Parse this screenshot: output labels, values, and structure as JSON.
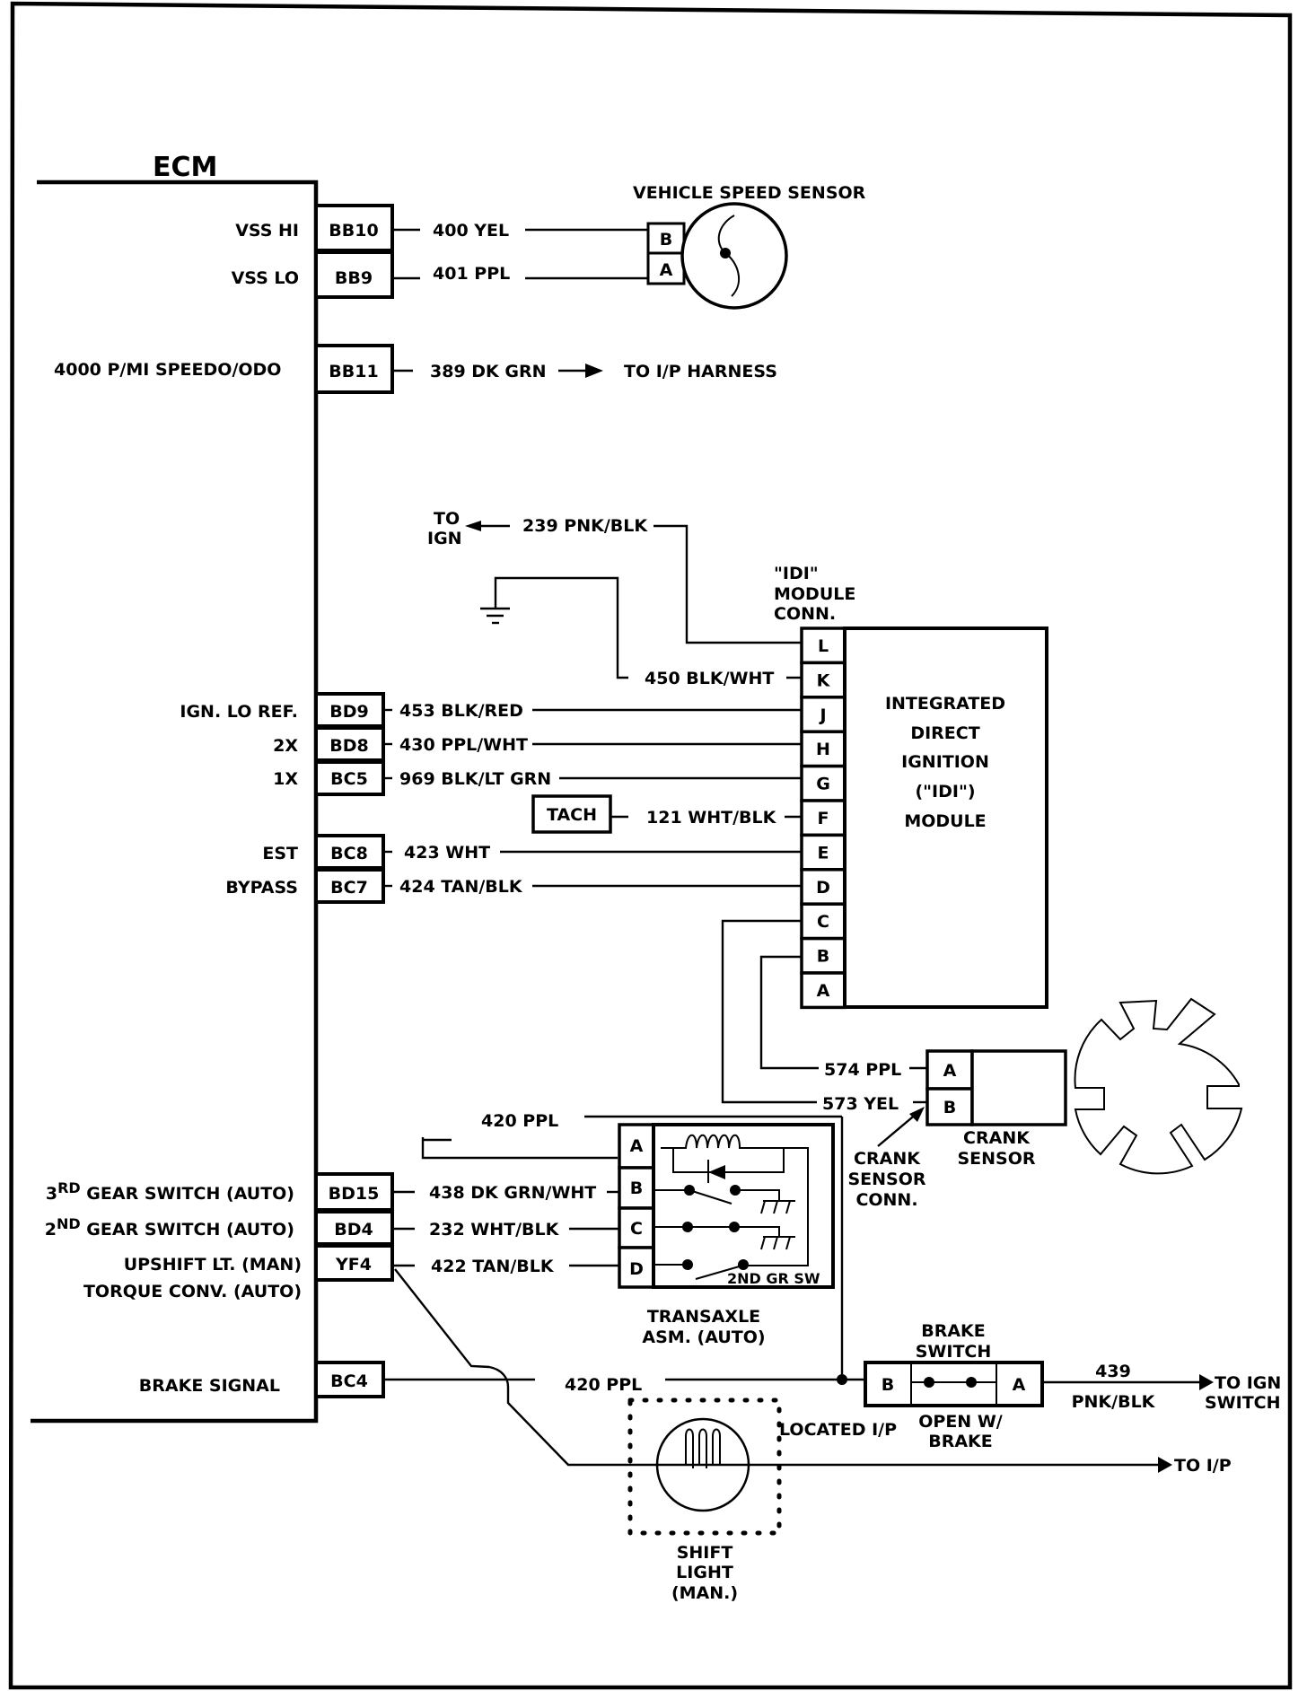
{
  "ecm": {
    "title": "ECM",
    "pins": [
      {
        "id": "BB10",
        "label": "VSS HI",
        "wire": "400  YEL"
      },
      {
        "id": "BB9",
        "label": "VSS LO",
        "wire": "401  PPL"
      },
      {
        "id": "BB11",
        "label": "4000 P/MI SPEEDO/ODO",
        "wire": "389 DK GRN"
      },
      {
        "id": "BD9",
        "label": "IGN. LO REF.",
        "wire": "453 BLK/RED"
      },
      {
        "id": "BD8",
        "label": "2X",
        "wire": "430 PPL/WHT"
      },
      {
        "id": "BC5",
        "label": "1X",
        "wire": "969 BLK/LT GRN"
      },
      {
        "id": "BC8",
        "label": "EST",
        "wire": "423 WHT"
      },
      {
        "id": "BC7",
        "label": "BYPASS",
        "wire": "424 TAN/BLK"
      },
      {
        "id": "BD15",
        "label": "3RD GEAR SWITCH (AUTO)",
        "wire": "438  DK GRN/WHT"
      },
      {
        "id": "BD4",
        "label": "2ND GEAR SWITCH (AUTO)",
        "wire": "232  WHT/BLK"
      },
      {
        "id": "YF4",
        "label": "UPSHIFT LT. (MAN)",
        "wire": "422 TAN/BLK"
      },
      {
        "id": "BC4",
        "label": "BRAKE SIGNAL",
        "wire": "420 PPL"
      }
    ],
    "extra_label": "TORQUE CONV.  (AUTO)",
    "gear3_prefix": "3",
    "gear3_sup": "RD",
    "gear3_rest": " GEAR SWITCH (AUTO)",
    "gear2_prefix": "2",
    "gear2_sup": "ND",
    "gear2_rest": " GEAR SWITCH (AUTO)"
  },
  "vss": {
    "title": "VEHICLE SPEED SENSOR",
    "pins": [
      "B",
      "A"
    ]
  },
  "ip_harness": {
    "label": "TO I/P HARNESS"
  },
  "ign_feed": {
    "wire": "239 PNK/BLK",
    "to_line1": "TO",
    "to_line2": "IGN"
  },
  "ground_wire": {
    "wire": "450 BLK/WHT"
  },
  "idi_conn": {
    "title_line1": "\"IDI\"",
    "title_line2": "MODULE",
    "title_line3": "CONN.",
    "pins": [
      "L",
      "K",
      "J",
      "H",
      "G",
      "F",
      "E",
      "D",
      "C",
      "B",
      "A"
    ]
  },
  "idi_module": {
    "lines": [
      "INTEGRATED",
      "DIRECT",
      "IGNITION",
      "(\"IDI\")",
      "MODULE"
    ]
  },
  "tach": {
    "label": "TACH",
    "wire": "121 WHT/BLK"
  },
  "crank": {
    "wire_a": "574 PPL",
    "wire_b": "573 YEL",
    "pins": [
      "A",
      "B"
    ],
    "sensor_line1": "CRANK",
    "sensor_line2": "SENSOR",
    "conn_line1": "CRANK",
    "conn_line2": "SENSOR",
    "conn_line3": "CONN."
  },
  "transaxle": {
    "feed_wire": "420 PPL",
    "pins": [
      "A",
      "B",
      "C",
      "D"
    ],
    "switch_label": "2ND GR SW",
    "title_line1": "TRANSAXLE",
    "title_line2": "ASM. (AUTO)"
  },
  "brake_switch": {
    "title_line1": "BRAKE",
    "title_line2": "SWITCH",
    "pins": [
      "B",
      "A"
    ],
    "note_line1": "OPEN W/",
    "note_line2": "BRAKE",
    "out_wire_num": "439",
    "out_wire_color": "PNK/BLK",
    "to_line1": "TO IGN",
    "to_line2": "SWITCH"
  },
  "shift_light": {
    "location": "LOCATED I/P",
    "title_line1": "SHIFT",
    "title_line2": "LIGHT",
    "title_line3": "(MAN.)",
    "to_label": "TO I/P"
  }
}
